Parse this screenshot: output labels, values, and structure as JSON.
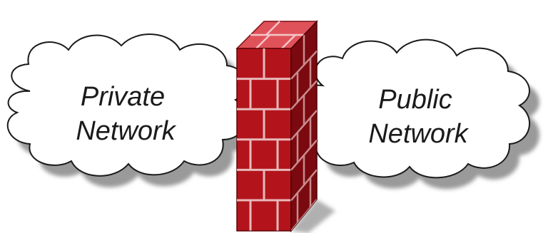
{
  "diagram": {
    "left_cloud": {
      "line1": "Private",
      "line2": "Network"
    },
    "right_cloud": {
      "line1": "Public",
      "line2": "Network"
    },
    "firewall": {
      "icon": "brick-wall-icon"
    }
  },
  "colors": {
    "background": "#ffffff",
    "cloud_fill": "#ffffff",
    "cloud_outline": "#1a1a1a",
    "cloud_shadow": "#999999",
    "brick_front": "#b3141b",
    "brick_side": "#7a0a10",
    "brick_top": "#e0525a",
    "mortar": "#e8b9bb"
  }
}
